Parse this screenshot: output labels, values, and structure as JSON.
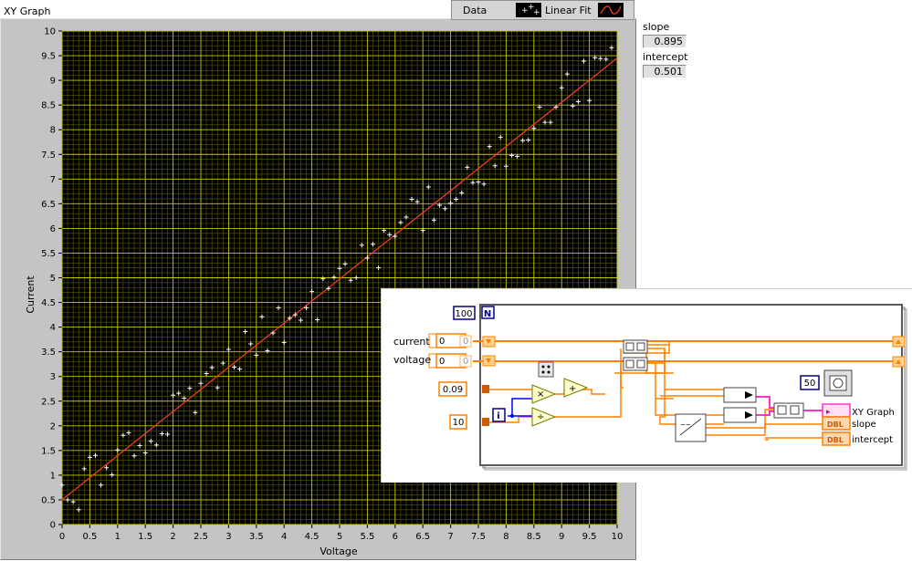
{
  "graph": {
    "title": "XY Graph",
    "xlabel": "Voltage",
    "ylabel": "Current",
    "legend": {
      "data_label": "Data",
      "fit_label": "Linear Fit"
    }
  },
  "indicators": {
    "slope_label": "slope",
    "slope_value": "0.895",
    "intercept_label": "intercept",
    "intercept_value": "0.501"
  },
  "diagram": {
    "loop_count": "100",
    "loop_count_terminal": "N",
    "iteration_terminal": "i",
    "current_label": "current",
    "voltage_label": "voltage",
    "array_index": "0",
    "array_dim_value": "0",
    "const_a": "0.09",
    "const_b": "10",
    "wait_ms": "50",
    "out_xy_label": "XY Graph",
    "out_slope_label": "slope",
    "out_intercept_label": "intercept",
    "dbl_tag": "DBL"
  },
  "colors": {
    "plot_bg": "#000000",
    "major_grid": "#c8c800",
    "minor_grid": "#5a5a0a",
    "fit_line": "#ff3c28",
    "points": "#ffffff",
    "wire_orange": "#ff8000",
    "wire_blue": "#0000ff",
    "wire_pink": "#ff33cc",
    "terminal_navy": "#00008b"
  },
  "chart_data": {
    "type": "scatter",
    "xlabel": "Voltage",
    "ylabel": "Current",
    "xlim": [
      0,
      10
    ],
    "ylim": [
      0,
      10
    ],
    "xticks": [
      "0",
      "0.5",
      "1",
      "1.5",
      "2",
      "2.5",
      "3",
      "3.5",
      "4",
      "4.5",
      "5",
      "5.5",
      "6",
      "6.5",
      "7",
      "7.5",
      "8",
      "8.5",
      "9",
      "9.5",
      "10"
    ],
    "yticks": [
      "0",
      "0.5",
      "1",
      "1.5",
      "2",
      "2.5",
      "3",
      "3.5",
      "4",
      "4.5",
      "5",
      "5.5",
      "6",
      "6.5",
      "7",
      "7.5",
      "8",
      "8.5",
      "9",
      "9.5",
      "10"
    ],
    "grid": true,
    "legend_position": "top-right",
    "series": [
      {
        "name": "Data",
        "type": "scatter",
        "x": [
          0.0,
          0.1,
          0.2,
          0.3,
          0.4,
          0.5,
          0.6,
          0.7,
          0.8,
          0.9,
          1.0,
          1.1,
          1.2,
          1.3,
          1.4,
          1.5,
          1.6,
          1.7,
          1.8,
          1.9,
          2.0,
          2.1,
          2.2,
          2.3,
          2.4,
          2.5,
          2.6,
          2.7,
          2.8,
          2.9,
          3.0,
          3.1,
          3.2,
          3.3,
          3.4,
          3.5,
          3.6,
          3.7,
          3.8,
          3.9,
          4.0,
          4.1,
          4.2,
          4.3,
          4.4,
          4.5,
          4.6,
          4.7,
          4.8,
          4.9,
          5.0,
          5.1,
          5.2,
          5.3,
          5.4,
          5.5,
          5.6,
          5.7,
          5.8,
          5.9,
          6.0,
          6.1,
          6.2,
          6.3,
          6.4,
          6.5,
          6.6,
          6.7,
          6.8,
          6.9,
          7.0,
          7.1,
          7.2,
          7.3,
          7.4,
          7.5,
          7.6,
          7.7,
          7.8,
          7.9,
          8.0,
          8.1,
          8.2,
          8.3,
          8.4,
          8.5,
          8.6,
          8.7,
          8.8,
          8.9,
          9.0,
          9.1,
          9.2,
          9.3,
          9.4,
          9.5,
          9.6,
          9.7,
          9.8,
          9.9
        ],
        "y": [
          0.8,
          0.5,
          0.46,
          0.3,
          1.13,
          1.36,
          1.4,
          0.8,
          1.15,
          1.01,
          1.51,
          1.81,
          1.86,
          1.39,
          1.6,
          1.45,
          1.69,
          1.61,
          1.84,
          1.83,
          2.62,
          2.66,
          2.56,
          2.76,
          2.27,
          2.86,
          3.06,
          3.18,
          2.77,
          3.27,
          3.55,
          3.19,
          3.15,
          3.91,
          3.66,
          3.43,
          4.21,
          3.52,
          3.88,
          4.39,
          3.69,
          4.18,
          4.25,
          4.14,
          4.39,
          4.72,
          4.15,
          4.98,
          4.78,
          5.01,
          5.19,
          5.28,
          4.95,
          5.0,
          5.66,
          5.4,
          5.68,
          5.2,
          5.96,
          5.87,
          5.84,
          6.12,
          6.23,
          6.59,
          6.54,
          5.96,
          6.84,
          6.17,
          6.47,
          6.4,
          6.51,
          6.59,
          6.72,
          7.24,
          6.93,
          6.94,
          6.9,
          7.66,
          7.27,
          7.85,
          7.26,
          7.48,
          7.46,
          7.78,
          7.79,
          8.03,
          8.46,
          8.15,
          8.15,
          8.46,
          8.85,
          9.13,
          8.48,
          8.57,
          9.39,
          8.59,
          9.46,
          9.44,
          9.43,
          9.66
        ]
      },
      {
        "name": "Linear Fit",
        "type": "line",
        "x": [
          0,
          10
        ],
        "y": [
          0.501,
          9.451
        ]
      }
    ]
  }
}
